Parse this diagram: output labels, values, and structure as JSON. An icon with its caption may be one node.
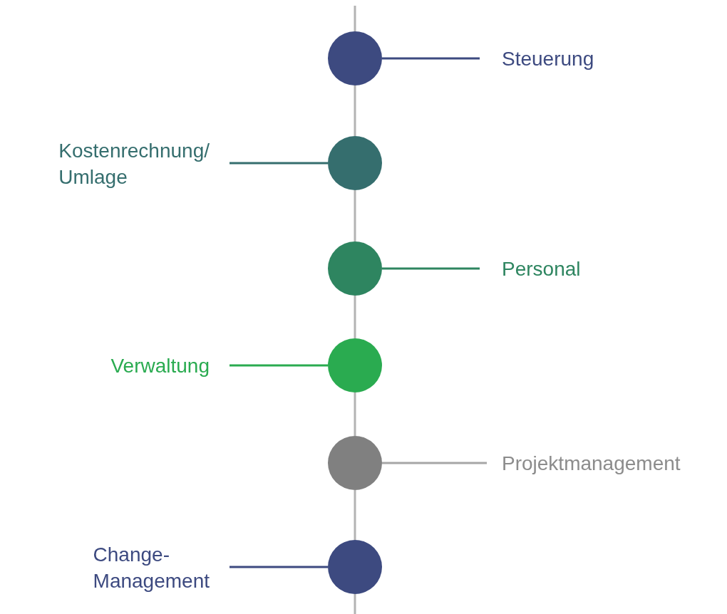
{
  "diagram": {
    "nodes": [
      {
        "text": [],
        "shape": "circle"
      },
      {
        "text": [
          "Steuerung"
        ]
      },
      {
        "text": [
          "Kostenrechnung/ Umlage"
        ]
      },
      {
        "text": [],
        "shape": "circle"
      },
      {
        "text": [],
        "shape": "circle"
      },
      {
        "text": [
          "Personal"
        ]
      },
      {
        "text": [
          "Verwaltung"
        ]
      },
      {
        "text": [],
        "shape": "circle"
      },
      {
        "text": [],
        "shape": "circle"
      },
      {
        "text": [
          "Projektmanagement"
        ]
      },
      {
        "text": [
          "Change- Management"
        ]
      },
      {
        "text": [],
        "shape": "circle"
      }
    ],
    "edges": [
      {
        "from": null,
        "to": 0,
        "arrow": "none",
        "color": "#b3b3b3"
      },
      {
        "from": 0,
        "to": 3,
        "arrow": "none",
        "color": "#b3b3b3"
      },
      {
        "from": 3,
        "to": 4,
        "arrow": "none",
        "color": "#b3b3b3"
      },
      {
        "from": 4,
        "to": 7,
        "arrow": "none",
        "color": "#b3b3b3"
      },
      {
        "from": 7,
        "to": 8,
        "arrow": "none",
        "color": "#b3b3b3"
      },
      {
        "from": 8,
        "to": 11,
        "arrow": "none",
        "color": "#b3b3b3"
      },
      {
        "from": 11,
        "to": null,
        "arrow": "none",
        "color": "#b3b3b3"
      },
      {
        "from": 0,
        "to": 1,
        "arrow": "none",
        "color": "#3d4a80"
      },
      {
        "from": 3,
        "to": 2,
        "arrow": "none",
        "color": "#356e6e"
      },
      {
        "from": 4,
        "to": 5,
        "arrow": "none",
        "color": "#2e8560"
      },
      {
        "from": 7,
        "to": 6,
        "arrow": "none",
        "color": "#2aab50"
      },
      {
        "from": 8,
        "to": 9,
        "arrow": "none",
        "color": "#a6a6a6"
      },
      {
        "from": 11,
        "to": 10,
        "arrow": "none",
        "color": "#3d4a80"
      }
    ]
  }
}
